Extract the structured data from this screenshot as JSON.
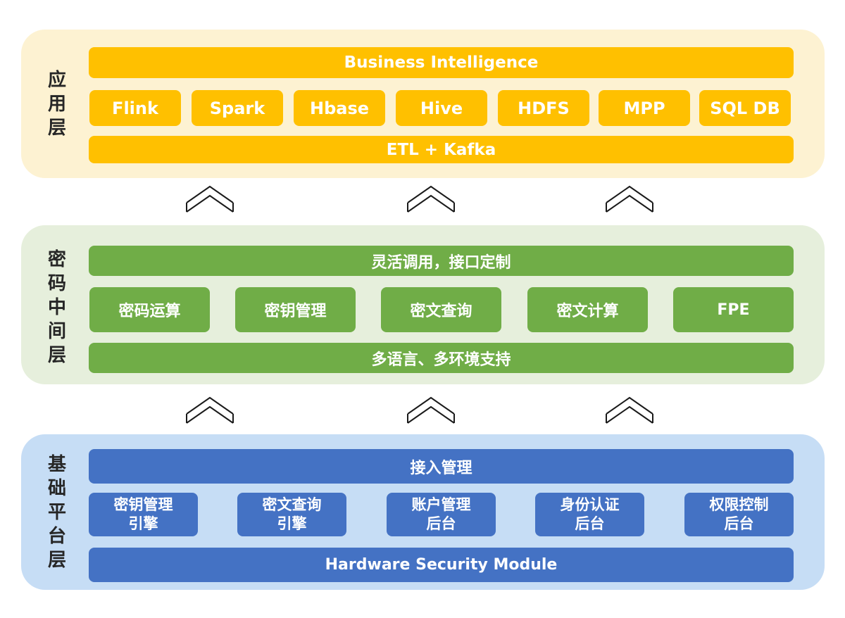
{
  "layers": {
    "application": {
      "label": "应用层",
      "top_bar": "Business Intelligence",
      "boxes": [
        "Flink",
        "Spark",
        "Hbase",
        "Hive",
        "HDFS",
        "MPP",
        "SQL DB"
      ],
      "bottom_bar": "ETL  + Kafka"
    },
    "middleware": {
      "label": "密码中间层",
      "top_bar": "灵活调用，接口定制",
      "boxes": [
        "密码运算",
        "密钥管理",
        "密文查询",
        "密文计算",
        "FPE"
      ],
      "bottom_bar": "多语言、多环境支持"
    },
    "base": {
      "label": "基础平台层",
      "top_bar": "接入管理",
      "boxes": [
        "密钥管理\n引擎",
        "密文查询\n引擎",
        "账户管理\n后台",
        "身份认证\n后台",
        "权限控制\n后台"
      ],
      "bottom_bar": "Hardware Security Module"
    }
  },
  "colors": {
    "application_bg": "#fdf2d2",
    "application_block": "#ffc000",
    "middleware_bg": "#e6efdc",
    "middleware_block": "#70ad47",
    "base_bg": "#c6ddf5",
    "base_block": "#4472c4"
  },
  "connectors": {
    "icon": "double-chevron-up-icon"
  }
}
